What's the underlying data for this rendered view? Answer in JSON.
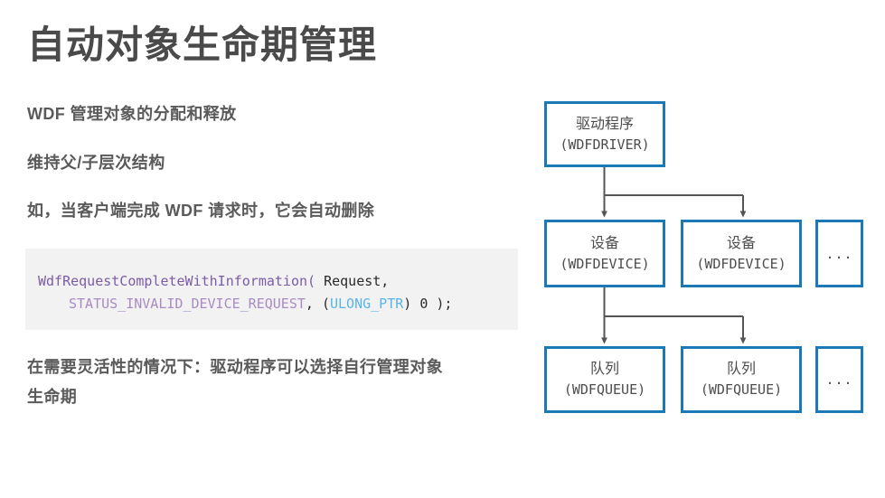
{
  "slide": {
    "title": "自动对象生命期管理",
    "bullets": [
      "WDF 管理对象的分配和释放",
      "维持父/子层次结构",
      "如，当客户端完成 WDF 请求时，它会自动删除"
    ],
    "footer_lines": [
      "在需要灵活性的情况下：驱动程序可以选择自行管理对象",
      "生命期"
    ]
  },
  "code": {
    "line1_fn": "WdfRequestCompleteWithInformation(",
    "line1_arg": " Request,",
    "line2_const": "STATUS_INVALID_DEVICE_REQUEST",
    "line2_comma": ", (",
    "line2_type": "ULONG_PTR",
    "line2_tail": ") 0 );"
  },
  "diagram": {
    "accent_color": "#1b79b6",
    "connector_color": "#555555",
    "nodes": [
      {
        "zh": "驱动程序",
        "en": "(WDFDRIVER)"
      },
      {
        "zh": "设备",
        "en": "(WDFDEVICE)"
      },
      {
        "zh": "设备",
        "en": "(WDFDEVICE)"
      },
      {
        "dots": "..."
      },
      {
        "zh": "队列",
        "en": "(WDFQUEUE)"
      },
      {
        "zh": "队列",
        "en": "(WDFQUEUE)"
      },
      {
        "dots": "..."
      }
    ]
  }
}
